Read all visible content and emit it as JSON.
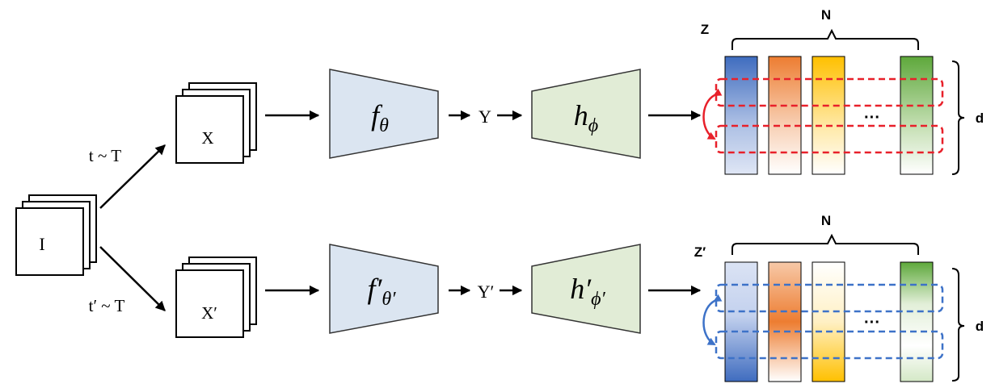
{
  "input_image": {
    "label": "I"
  },
  "branches": [
    {
      "transform_label": "t ~ T",
      "view_label": "X",
      "encoder": {
        "base": "f",
        "prime": "",
        "sub": "θ"
      },
      "rep_label": "Y",
      "projector": {
        "base": "h",
        "prime": "",
        "sub": "ϕ"
      },
      "embed_label": "Z",
      "n_label": "N",
      "d_label": "d",
      "ellipsis": "···",
      "highlight_color": "#e8202a"
    },
    {
      "transform_label": "t′ ~ T",
      "view_label": "X′",
      "encoder": {
        "base": "f",
        "prime": "′",
        "sub": "θ′"
      },
      "rep_label": "Y′",
      "projector": {
        "base": "h",
        "prime": "′",
        "sub": "ϕ′"
      },
      "embed_label": "Z′",
      "n_label": "N",
      "d_label": "d",
      "ellipsis": "···",
      "highlight_color": "#3d72c8"
    }
  ],
  "colors": {
    "encoder_fill": "#dbe5f1",
    "projector_fill": "#e1ecd6",
    "columns": [
      "#4673c4",
      "#ed7d31",
      "#ffc000",
      "#70ad47"
    ]
  }
}
